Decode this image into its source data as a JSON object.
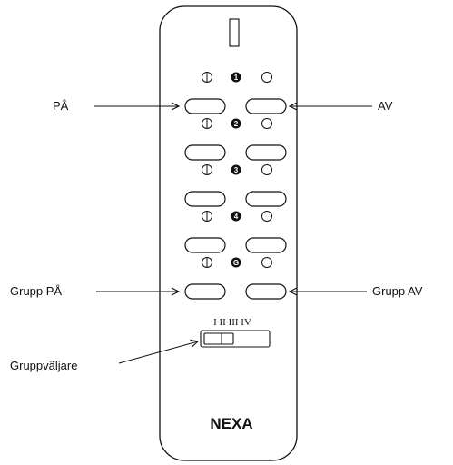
{
  "labels": {
    "on": "PÅ",
    "off": "AV",
    "group_on": "Grupp PÅ",
    "group_off": "Grupp AV",
    "group_selector": "Gruppväljare"
  },
  "brand": "NEXA",
  "selector_marks": "I II III IV",
  "channels": [
    {
      "badge": "1"
    },
    {
      "badge": "2"
    },
    {
      "badge": "3"
    },
    {
      "badge": "4"
    },
    {
      "badge": "G"
    }
  ],
  "icons": {
    "on": "half-filled-circle-icon",
    "off": "empty-circle-icon"
  }
}
